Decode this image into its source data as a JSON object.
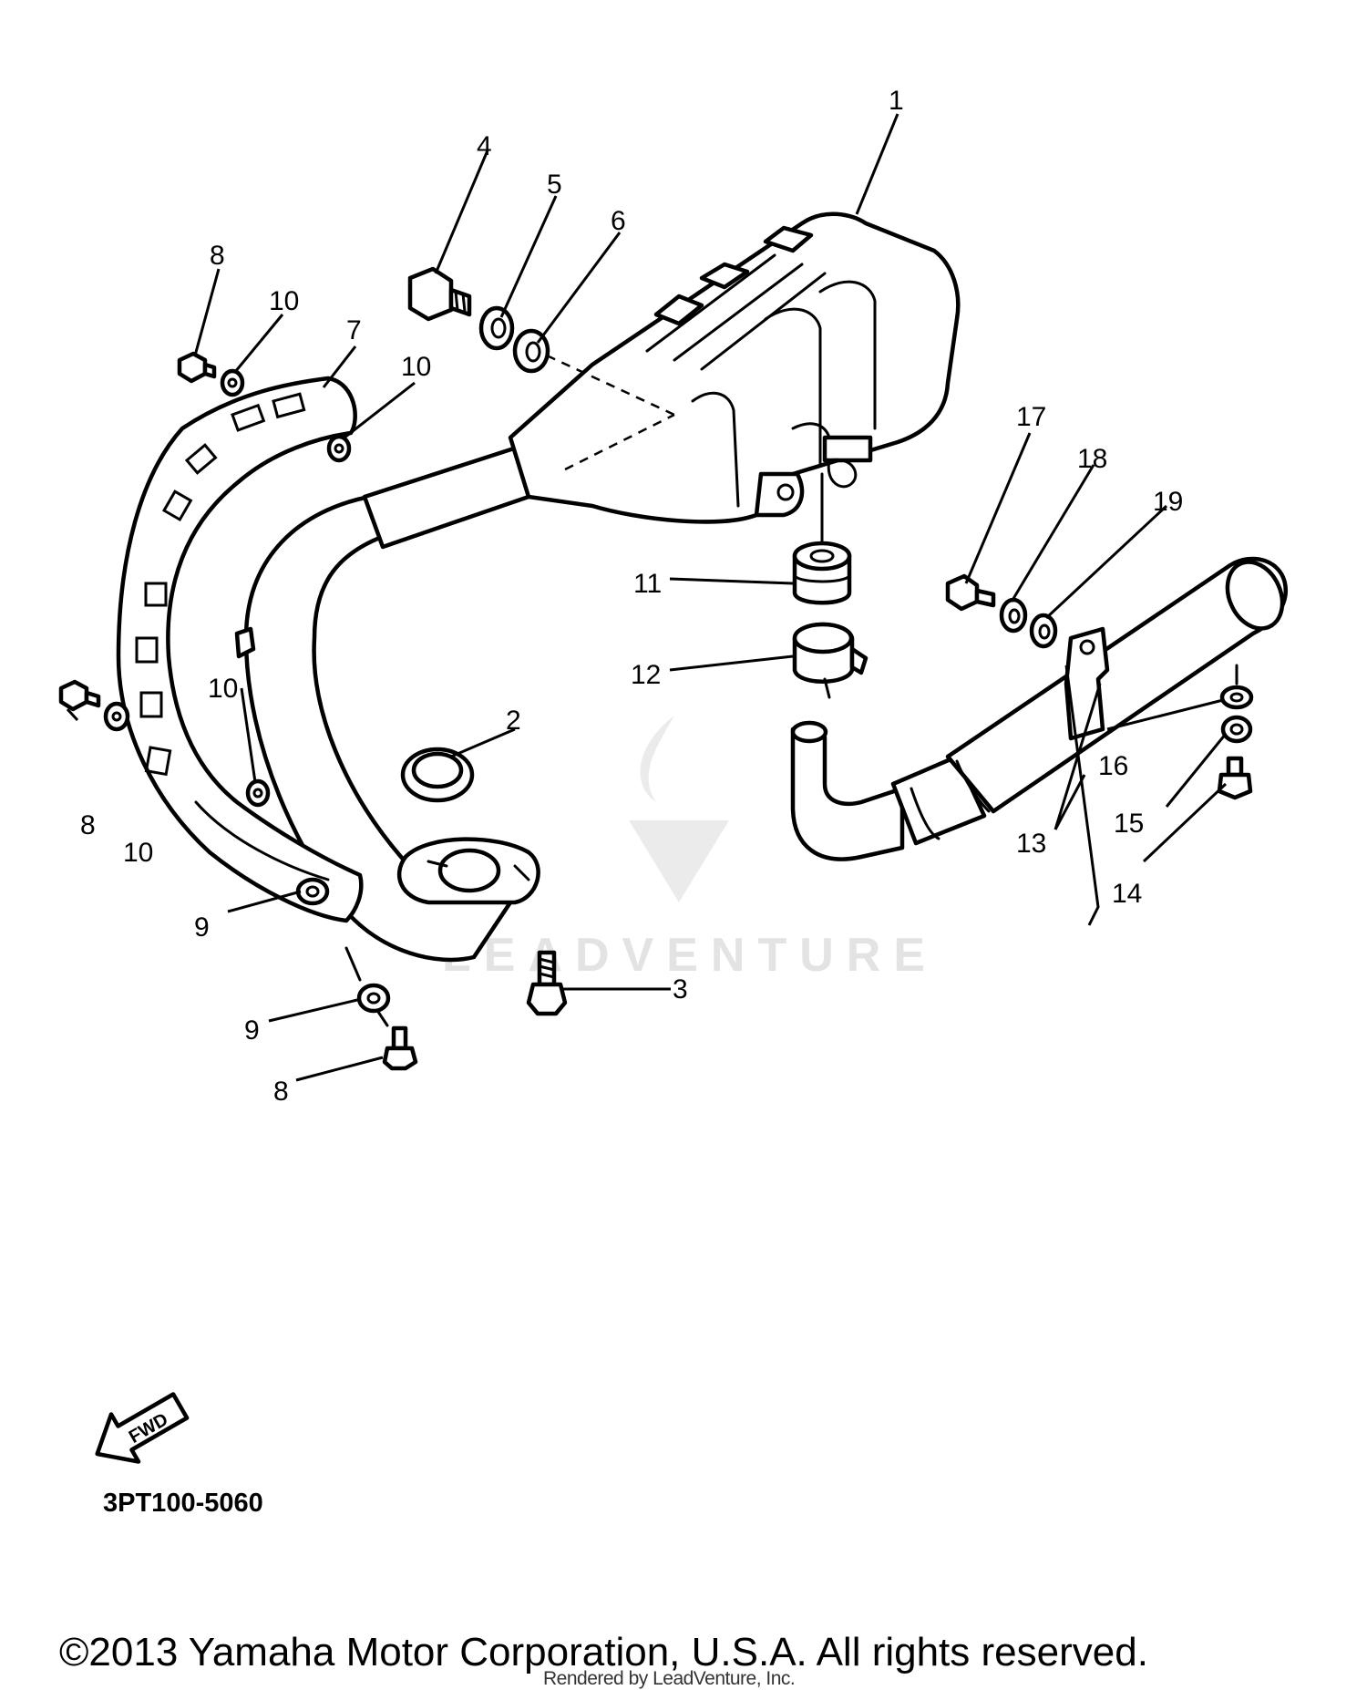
{
  "diagram": {
    "code": "3PT100-5060",
    "copyright": "©2013 Yamaha Motor Corporation, U.S.A. All rights reserved.",
    "rendered_by": "Rendered by LeadVenture, Inc.",
    "watermark": "LEADVENTURE",
    "fwd_label": "FWD"
  },
  "callouts": [
    "1",
    "2",
    "3",
    "4",
    "5",
    "6",
    "7",
    "8",
    "8",
    "8",
    "9",
    "9",
    "10",
    "10",
    "10",
    "10",
    "11",
    "12",
    "13",
    "14",
    "15",
    "16",
    "17",
    "18",
    "19"
  ]
}
